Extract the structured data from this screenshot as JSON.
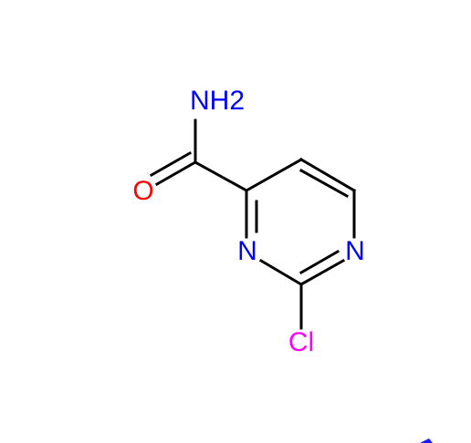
{
  "molecule": {
    "atoms": {
      "amide_n": {
        "label": "NH2",
        "color": "#0000ff"
      },
      "carbonyl_o": {
        "label": "O",
        "color": "#ff0000"
      },
      "ring_n3": {
        "label": "N",
        "color": "#0000ff"
      },
      "ring_n1": {
        "label": "N",
        "color": "#0000ff"
      },
      "chlorine": {
        "label": "Cl",
        "color": "#ff00ff"
      }
    },
    "bond_color": "#000000"
  }
}
